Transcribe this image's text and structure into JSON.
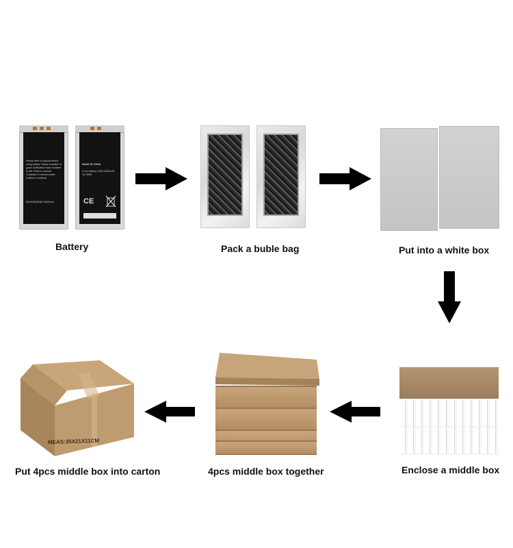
{
  "steps": {
    "battery": "Battery",
    "bubble_bag": "Pack a buble bag",
    "white_box": "Put into a white box",
    "middle_box": "Enclose a middle box",
    "together": "4pcs middle box together",
    "carton": "Put 4pcs middle box into carton"
  },
  "battery_front": {
    "made_in": "MADE IN CHINA",
    "ce_mark": "CE"
  },
  "carton_print": "MEAS:35X21X11CM",
  "colors": {
    "arrow": "#000000",
    "cardboard": "#b8976e"
  },
  "icons": [
    "arrow-right-icon",
    "arrow-down-icon",
    "arrow-left-icon"
  ]
}
